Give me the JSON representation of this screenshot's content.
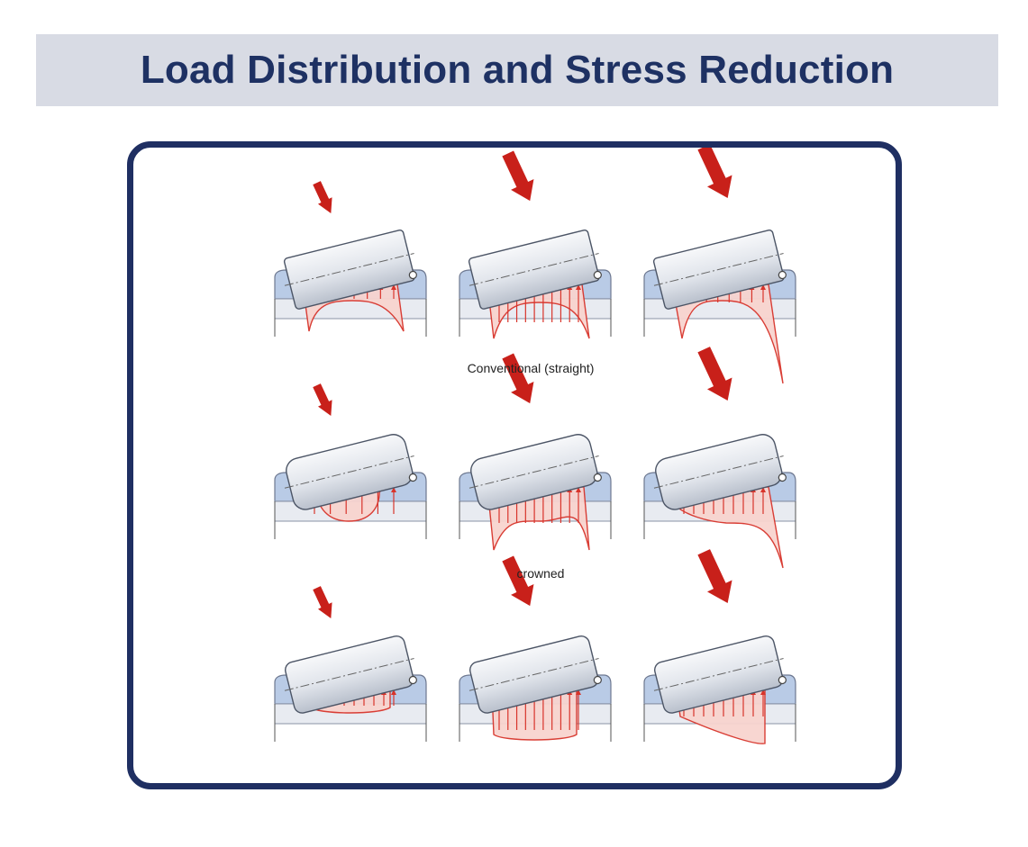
{
  "title": "Load Distribution and Stress Reduction",
  "captions": {
    "conventional": "Conventional (straight)",
    "crowned": "crowned"
  },
  "colors": {
    "title_text": "#1e3163",
    "title_bg": "#d8dbe4",
    "frame": "#1f2f62",
    "arrow": "#c8201a",
    "load": "#d8342b",
    "raceway": "#b9cbe6",
    "roller": "#e6e9ef"
  },
  "rows": [
    {
      "profile": "conventional",
      "cells": [
        {
          "load": "light"
        },
        {
          "load": "heavy"
        },
        {
          "load": "heavy-misaligned"
        }
      ]
    },
    {
      "profile": "crowned",
      "cells": [
        {
          "load": "light"
        },
        {
          "load": "heavy"
        },
        {
          "load": "heavy-misaligned"
        }
      ]
    },
    {
      "profile": "logarithmic",
      "cells": [
        {
          "load": "light"
        },
        {
          "load": "heavy"
        },
        {
          "load": "heavy-misaligned"
        }
      ]
    }
  ]
}
